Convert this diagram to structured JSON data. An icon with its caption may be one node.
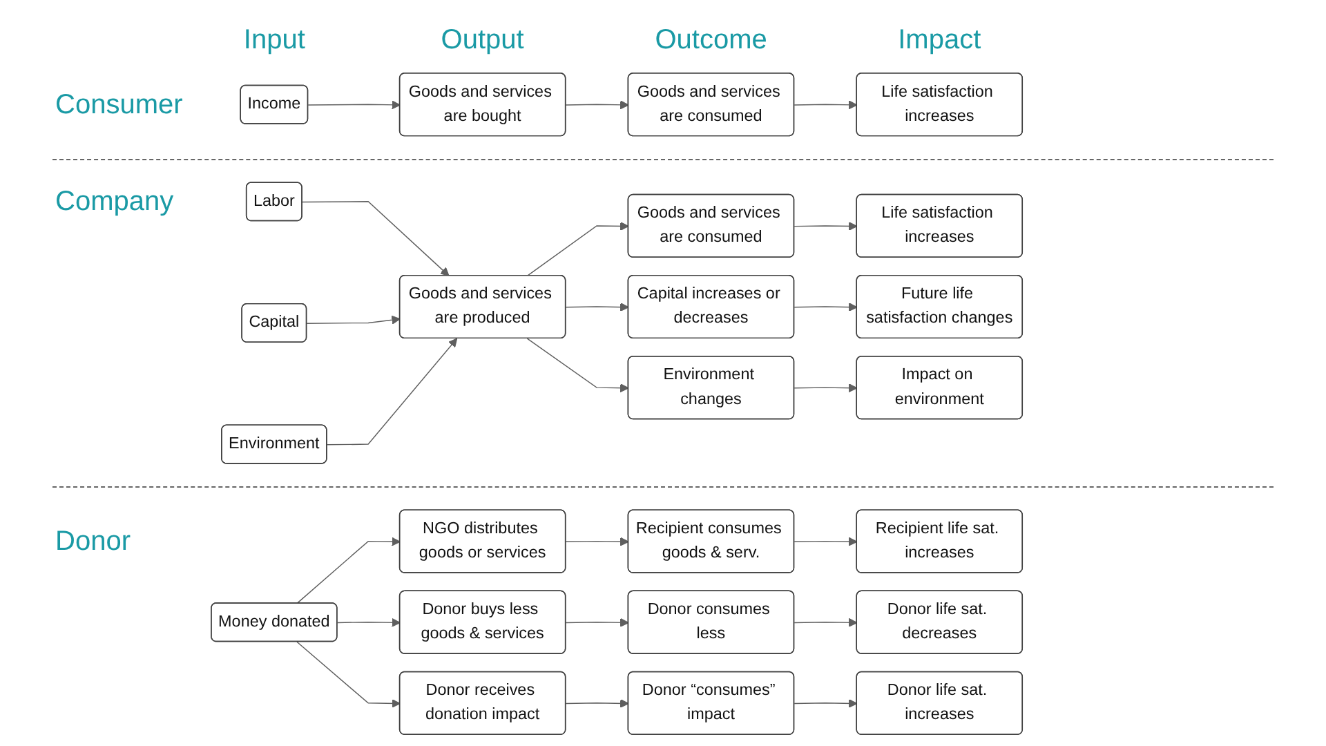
{
  "diagram": {
    "nodes": [
      {
        "text": [
          "Income"
        ]
      },
      {
        "text": [
          "Goods and services are bought"
        ]
      },
      {
        "text": [
          "Goods and services are consumed"
        ]
      },
      {
        "text": [
          "Life satisfaction increases"
        ]
      },
      {
        "text": [
          "Labor"
        ]
      },
      {
        "text": [
          "Capital"
        ]
      },
      {
        "text": [
          "Environment"
        ]
      },
      {
        "text": [
          "Goods and services are produced"
        ]
      },
      {
        "text": [
          "Goods and services are consumed"
        ]
      },
      {
        "text": [
          "Capital increases or decreases"
        ]
      },
      {
        "text": [
          "Environment changes"
        ]
      },
      {
        "text": [
          "Life satisfaction increases"
        ]
      },
      {
        "text": [
          "Future life satisfaction changes"
        ]
      },
      {
        "text": [
          "Impact on environment"
        ]
      },
      {
        "text": [
          "Money donated"
        ]
      },
      {
        "text": [
          "NGO distributes goods or services"
        ]
      },
      {
        "text": [
          "Donor buys less goods & services"
        ]
      },
      {
        "text": [
          "Donor receives donation impact"
        ]
      },
      {
        "text": [
          "Recipient consumes goods & serv."
        ]
      },
      {
        "text": [
          "Donor consumes less"
        ]
      },
      {
        "text": [
          "Donor “consumes” impact"
        ]
      },
      {
        "text": [
          "Recipient life sat. increases"
        ]
      },
      {
        "text": [
          "Donor life sat. decreases"
        ]
      },
      {
        "text": [
          "Donor life sat. increases"
        ]
      }
    ],
    "edges": [
      {
        "from": 0,
        "to": 1,
        "arrow": "to"
      },
      {
        "from": 1,
        "to": 2,
        "arrow": "to"
      },
      {
        "from": 2,
        "to": 3,
        "arrow": "to"
      },
      {
        "from": 4,
        "to": 7,
        "arrow": "to"
      },
      {
        "from": 5,
        "to": 7,
        "arrow": "to"
      },
      {
        "from": 6,
        "to": 7,
        "arrow": "to"
      },
      {
        "from": 7,
        "to": 8,
        "arrow": "to"
      },
      {
        "from": 7,
        "to": 9,
        "arrow": "to"
      },
      {
        "from": 7,
        "to": 10,
        "arrow": "to"
      },
      {
        "from": 8,
        "to": 11,
        "arrow": "to"
      },
      {
        "from": 9,
        "to": 12,
        "arrow": "to"
      },
      {
        "from": 10,
        "to": 13,
        "arrow": "to"
      },
      {
        "from": 14,
        "to": 15,
        "arrow": "to"
      },
      {
        "from": 14,
        "to": 16,
        "arrow": "to"
      },
      {
        "from": 14,
        "to": 17,
        "arrow": "to"
      },
      {
        "from": 15,
        "to": 18,
        "arrow": "to"
      },
      {
        "from": 16,
        "to": 19,
        "arrow": "to"
      },
      {
        "from": 17,
        "to": 20,
        "arrow": "to"
      },
      {
        "from": 18,
        "to": 21,
        "arrow": "to"
      },
      {
        "from": 19,
        "to": 22,
        "arrow": "to"
      },
      {
        "from": 20,
        "to": 23,
        "arrow": "to"
      }
    ],
    "labels": [
      "Input",
      "Output",
      "Outcome",
      "Impact",
      "Consumer",
      "Company",
      "Donor"
    ]
  }
}
